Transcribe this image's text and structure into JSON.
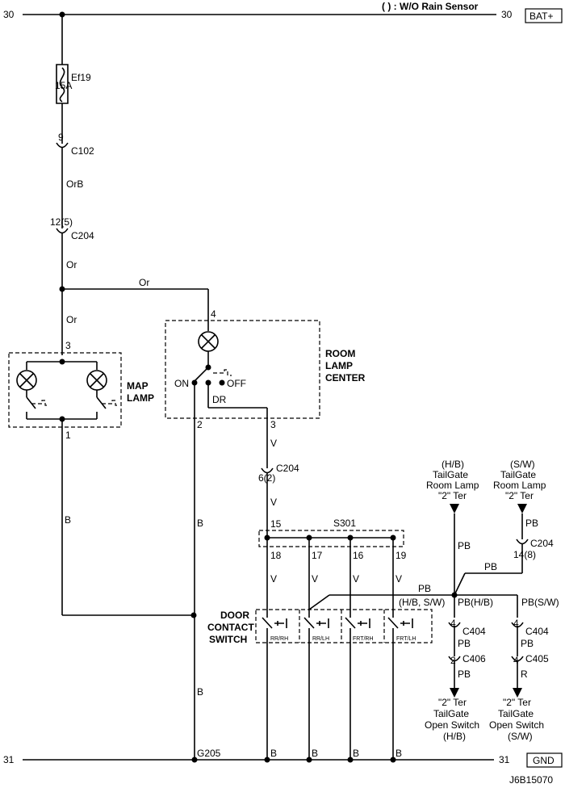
{
  "header": {
    "note": "( ) : W/O Rain Sensor",
    "line_30_left": "30",
    "line_30_right": "30",
    "bat_label": "BAT+"
  },
  "footer": {
    "line_31_left": "31",
    "line_31_right": "31",
    "gnd_label": "GND",
    "diagram_code": "J6B15070"
  },
  "fuse": {
    "id": "Ef19",
    "rating": "15A"
  },
  "connectors": {
    "c102_pin": "9",
    "c102": "C102",
    "c204_pin_a": "12(5)",
    "c204_a": "C204",
    "c204_pin_b": "6(2)",
    "c204_b": "C204",
    "c204_pin_c": "14(8)",
    "c204_c": "C204",
    "c404_pin_hb": "4",
    "c404_hb": "C404",
    "c406_pin": "2",
    "c406": "C406",
    "c404_pin_sw": "4",
    "c404_sw": "C404",
    "c405_pin": "4",
    "c405": "C405"
  },
  "wires": {
    "orb": "OrB",
    "or_1": "Or",
    "or_2": "Or",
    "or_3": "Or",
    "dr": "DR",
    "v_1": "V",
    "v_2": "V",
    "v_18": "V",
    "v_17": "V",
    "v_16": "V",
    "v_19": "V",
    "b_map": "B",
    "b_room": "B",
    "b_gnd": "B",
    "b_g1": "B",
    "b_g2": "B",
    "b_g3": "B",
    "b_g4": "B",
    "pb_1": "PB",
    "pb_2": "PB",
    "pb_3": "PB",
    "pb_4": "PB",
    "pb_hb_note": "(H/B, S/W)",
    "pb_hb": "PB(H/B)",
    "pb_sw": "PB(S/W)",
    "pb_5": "PB",
    "pb_6": "PB",
    "pb_7": "PB",
    "r_1": "R"
  },
  "map_lamp": {
    "label_1": "MAP",
    "label_2": "LAMP",
    "pin_top": "3",
    "pin_bottom": "1"
  },
  "room_lamp": {
    "label_1": "ROOM",
    "label_2": "LAMP",
    "label_3": "CENTER",
    "pin_top": "4",
    "pin_left": "2",
    "pin_right": "3",
    "on": "ON",
    "off": "OFF"
  },
  "splice": {
    "id": "S301",
    "pin_in": "15",
    "pins": [
      "18",
      "17",
      "16",
      "19"
    ]
  },
  "door_switch": {
    "label_1": "DOOR",
    "label_2": "CONTACT",
    "label_3": "SWITCH",
    "positions": [
      "RR/RH",
      "RR/LH",
      "FRT/RH",
      "FRT/LH"
    ]
  },
  "ground": {
    "id": "G205"
  },
  "tailgate_hb_top": {
    "line_1": "(H/B)",
    "line_2": "TailGate",
    "line_3": "Room Lamp",
    "line_4": "\"2\" Ter"
  },
  "tailgate_sw_top": {
    "line_1": "(S/W)",
    "line_2": "TailGate",
    "line_3": "Room Lamp",
    "line_4": "\"2\" Ter"
  },
  "tailgate_hb_bottom": {
    "line_1": "\"2\" Ter",
    "line_2": "TailGate",
    "line_3": "Open Switch",
    "line_4": "(H/B)"
  },
  "tailgate_sw_bottom": {
    "line_1": "\"2\" Ter",
    "line_2": "TailGate",
    "line_3": "Open Switch",
    "line_4": "(S/W)"
  }
}
